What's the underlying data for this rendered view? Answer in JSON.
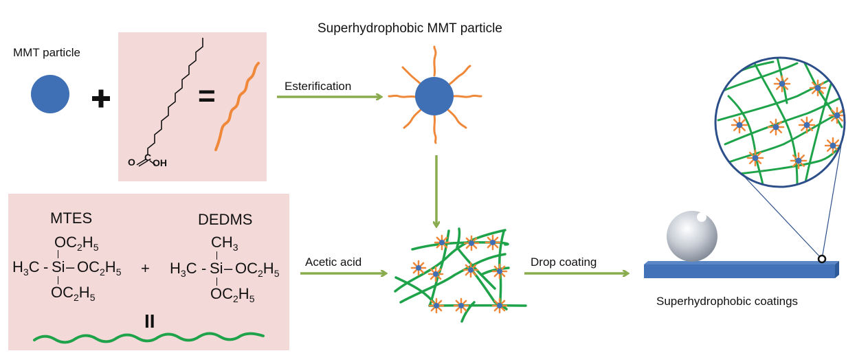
{
  "labels": {
    "mmt_particle": "MMT particle",
    "superhydrophobic_mmt_particle": "Superhydrophobic MMT particle",
    "superhydrophobic_coatings": "Superhydrophobic coatings"
  },
  "arrows": {
    "esterification": "Esterification",
    "acetic_acid": "Acetic acid",
    "drop_coating": "Drop coating"
  },
  "operators": {
    "plus": "+",
    "equals": "=",
    "equivalent": "II"
  },
  "fatty_acid": {
    "carbonyl_o": "O",
    "carbon": "C",
    "hydroxyl": "OH"
  },
  "silanes": {
    "mtes": {
      "name": "MTES",
      "top": "OC2H5",
      "left": "H3C",
      "center": "Si",
      "right": "OC2H5",
      "bottom": "OC2H5"
    },
    "dedms": {
      "name": "DEDMS",
      "top": "CH3",
      "left": "H3C",
      "center": "Si",
      "right": "OC2H5",
      "bottom": "OC2H5"
    }
  },
  "colors": {
    "particle_blue": "#3f6fb5",
    "chain_orange": "#f0883a",
    "network_green": "#1fa34a",
    "arrow_green": "#8aab4e",
    "panel_pink": "#f4d9d9",
    "substrate_blue": "#4472b8"
  }
}
